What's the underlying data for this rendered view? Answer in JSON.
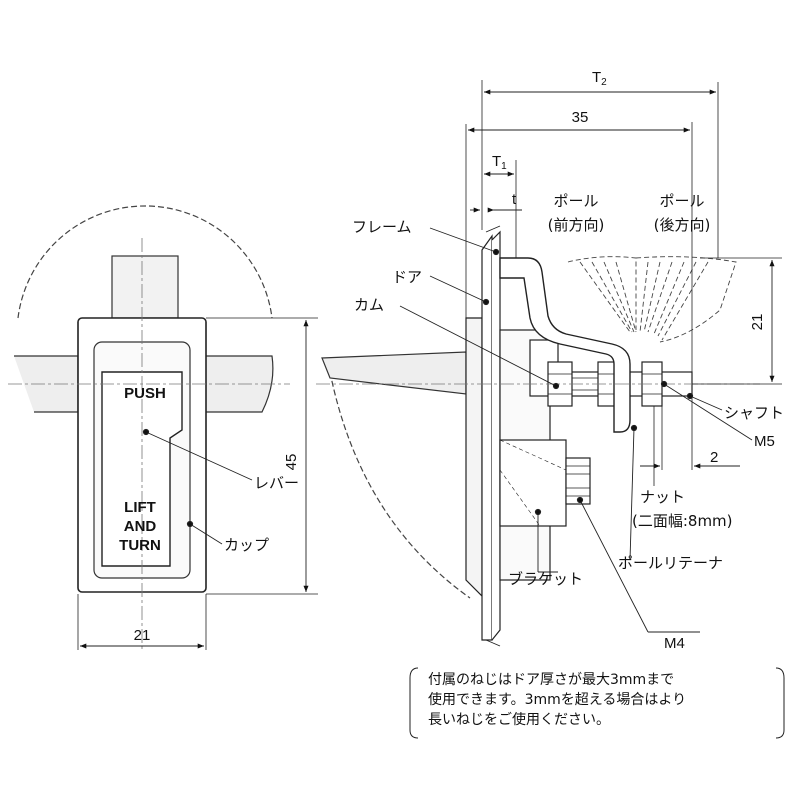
{
  "front_view": {
    "push_text": "PUSH",
    "lift_text": "LIFT",
    "and_text": "AND",
    "turn_text": "TURN",
    "lever_label": "レバー",
    "cup_label": "カップ",
    "dim_height": "45",
    "dim_width": "21"
  },
  "side_view": {
    "dim_t2_main": "T",
    "dim_t2_sub": "2",
    "dim_35": "35",
    "dim_t1_main": "T",
    "dim_t1_sub": "1",
    "dim_t": "t",
    "pawl_front_line1": "ポール",
    "pawl_front_line2": "(前方向)",
    "pawl_rear_line1": "ポール",
    "pawl_rear_line2": "(後方向)",
    "frame_label": "フレーム",
    "door_label": "ドア",
    "cam_label": "カム",
    "dim_21": "21",
    "shaft_label": "シャフト",
    "m5_label": "M5",
    "dim_2": "2",
    "nut_line1": "ナット",
    "nut_line2": "(二面幅:8mm)",
    "pawl_retainer_label": "ポールリテーナ",
    "bracket_label": "ブラケット",
    "m4_label": "M4"
  },
  "note": {
    "line1": "付属のねじはドア厚さが最大3mmまで",
    "line2": "使用できます。3mmを超える場合はより",
    "line3": "長いねじをご使用ください。"
  }
}
